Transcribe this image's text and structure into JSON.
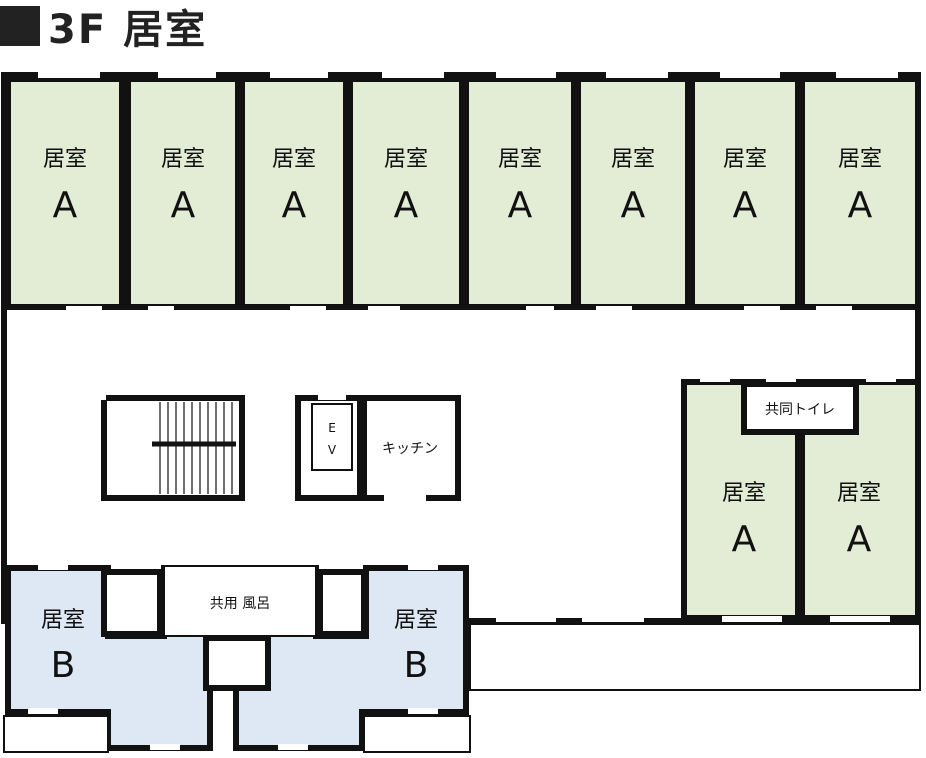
{
  "title": {
    "text": "3F 居室"
  },
  "rooms": {
    "a_label": "居室",
    "a_letter": "A",
    "b_label": "居室",
    "b_letter": "B"
  },
  "labels": {
    "kitchen": "キッチン",
    "toilet": "共同トイレ",
    "bath": "共用  風呂",
    "ev_e": "E",
    "ev_v": "V"
  },
  "colors": {
    "room_a_fill": "#e3ecd5",
    "room_b_fill": "#dde8f4",
    "wall": "#111111"
  }
}
